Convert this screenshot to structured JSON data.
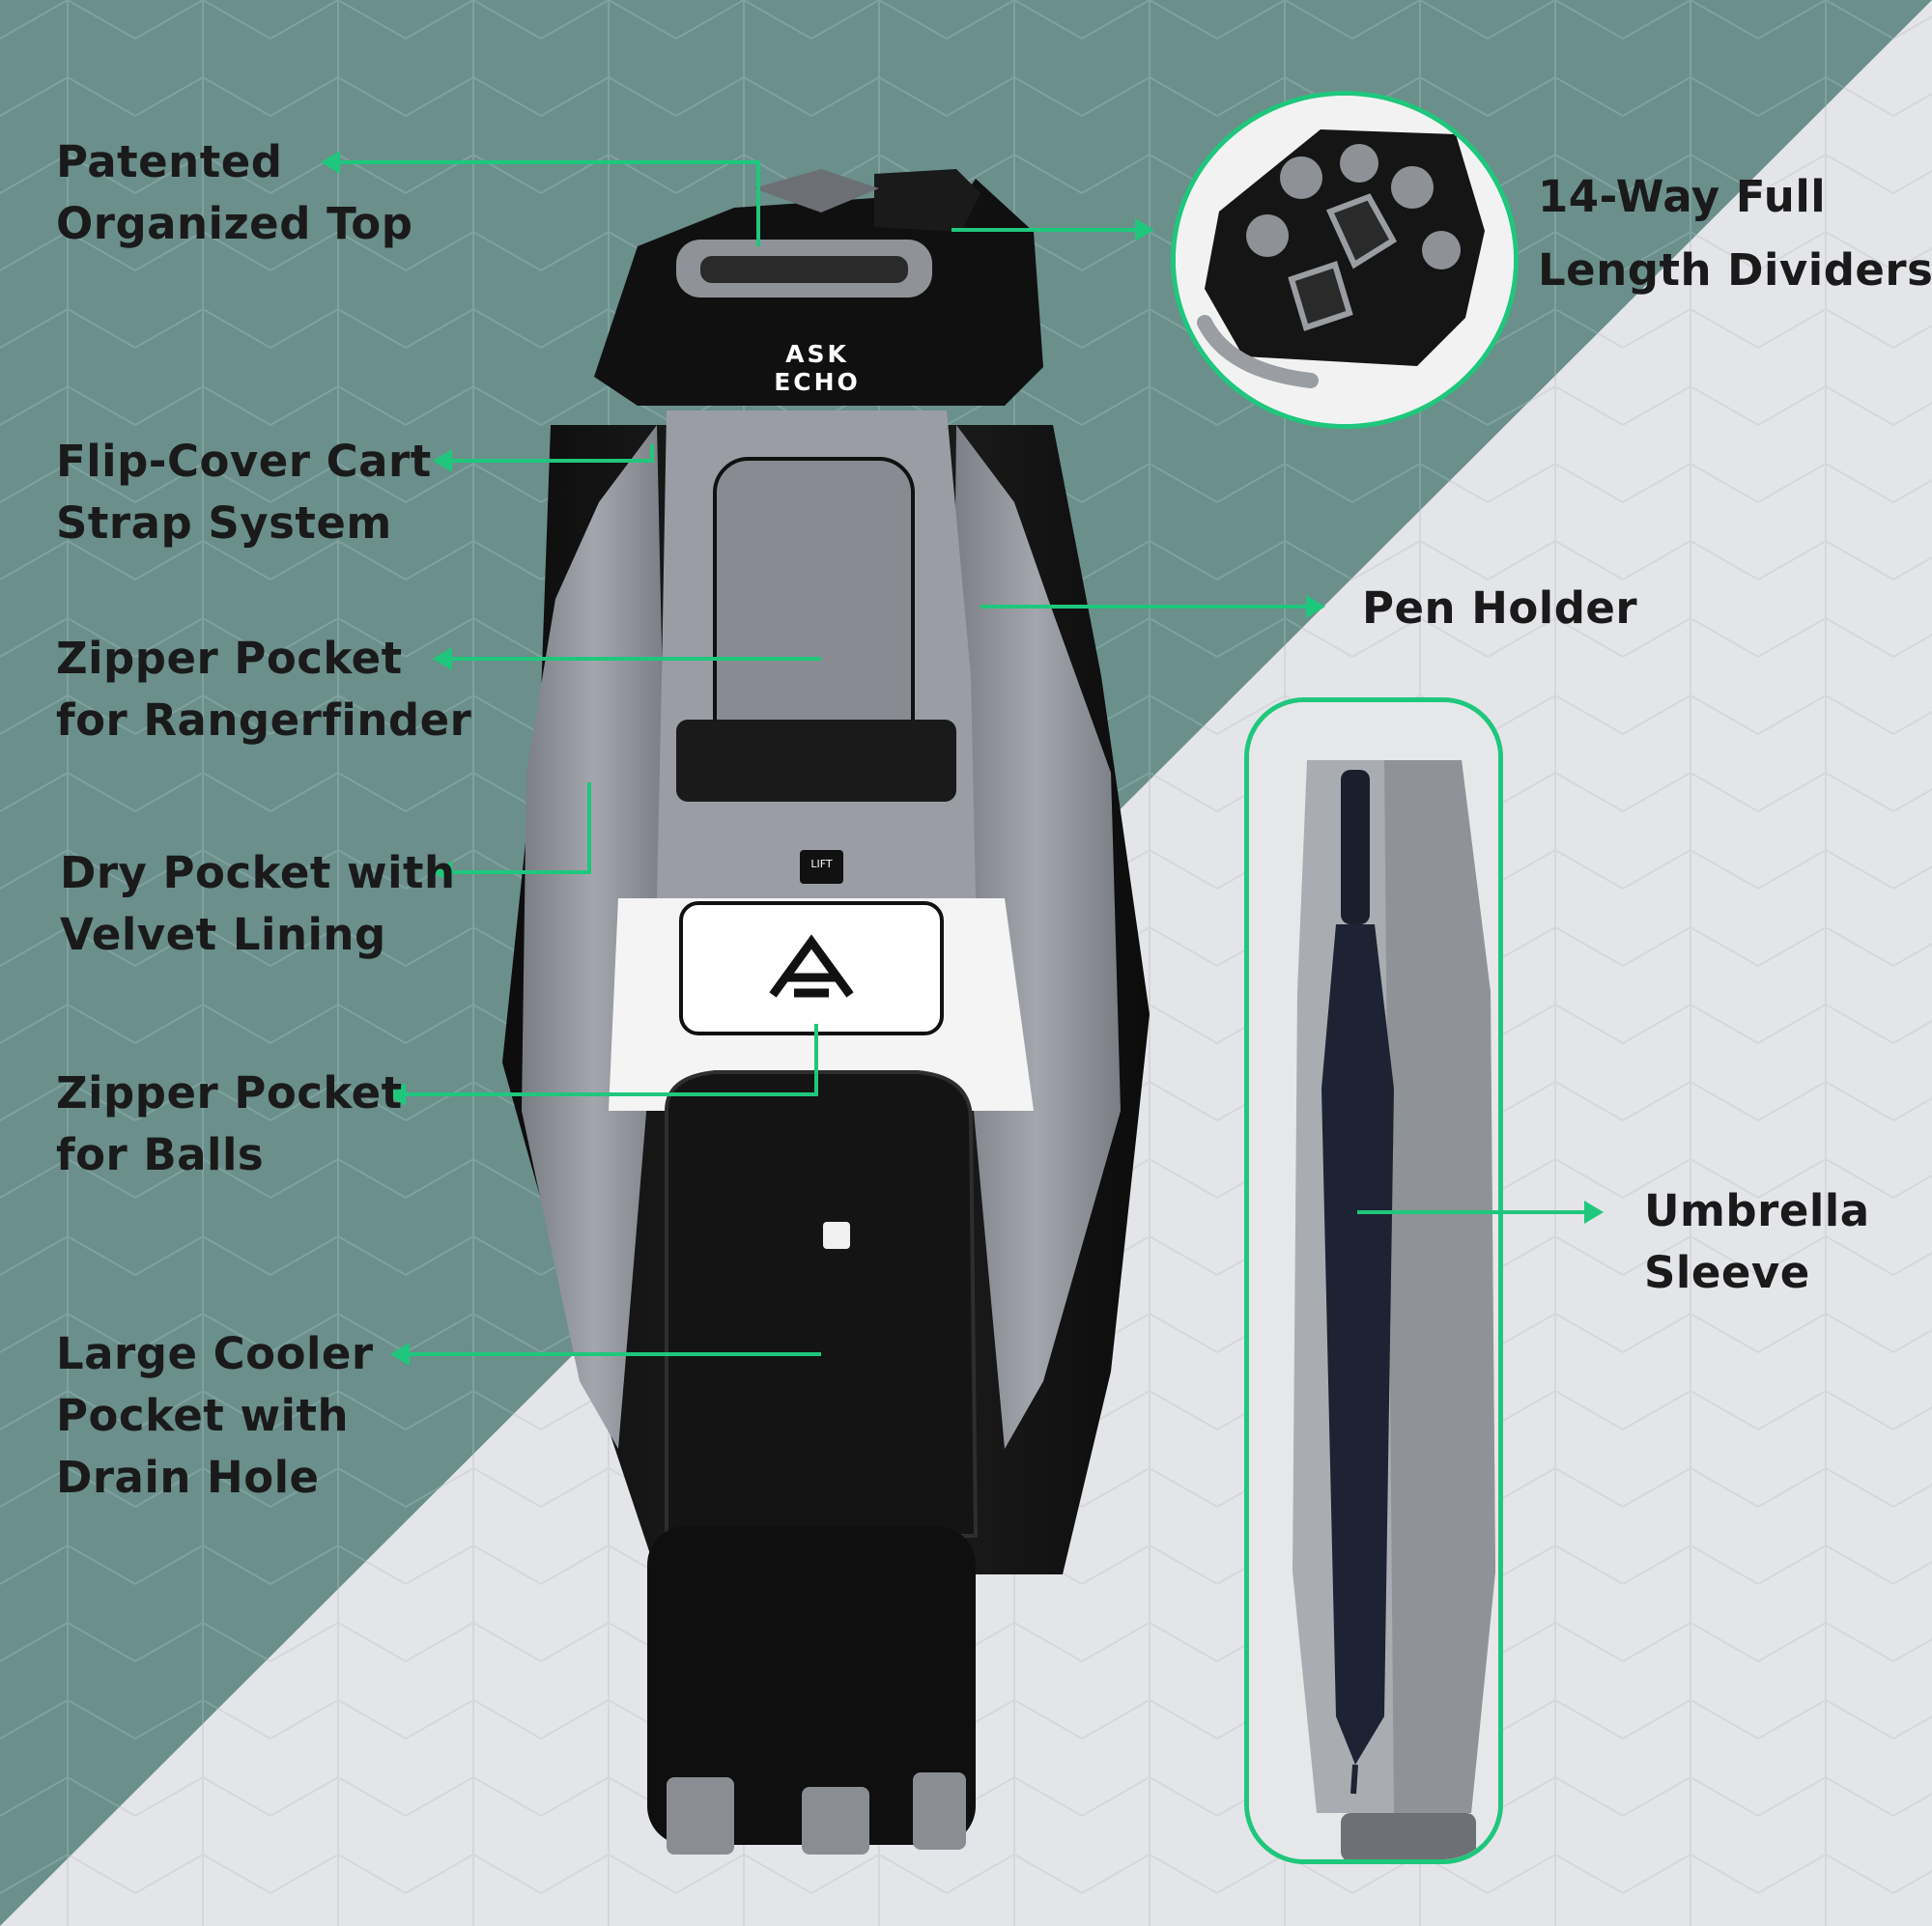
{
  "colors": {
    "teal_background": "#6b8f8b",
    "light_background": "#e4e5e8",
    "accent_green": "#1fc77d",
    "label_text": "#1a1a1a"
  },
  "brand": {
    "logo_text": "ASK ECHO",
    "lift_tag": "LIFT"
  },
  "callouts": [
    {
      "id": "patented-top",
      "lines": [
        "Patented",
        "Organized Top"
      ]
    },
    {
      "id": "dividers",
      "lines": [
        "14-Way Full",
        "Length Dividers"
      ]
    },
    {
      "id": "flip-cover",
      "lines": [
        "Flip-Cover Cart",
        "Strap System"
      ]
    },
    {
      "id": "pen-holder",
      "lines": [
        "Pen Holder"
      ]
    },
    {
      "id": "rangefinder",
      "lines": [
        "Zipper Pocket",
        "for Rangerfinder"
      ]
    },
    {
      "id": "dry-pocket",
      "lines": [
        "Dry Pocket with",
        "Velvet Lining"
      ]
    },
    {
      "id": "balls",
      "lines": [
        "Zipper Pocket",
        "for Balls"
      ]
    },
    {
      "id": "umbrella",
      "lines": [
        "Umbrella",
        "Sleeve"
      ]
    },
    {
      "id": "cooler",
      "lines": [
        "Large Cooler",
        "Pocket with",
        "Drain Hole"
      ]
    }
  ]
}
